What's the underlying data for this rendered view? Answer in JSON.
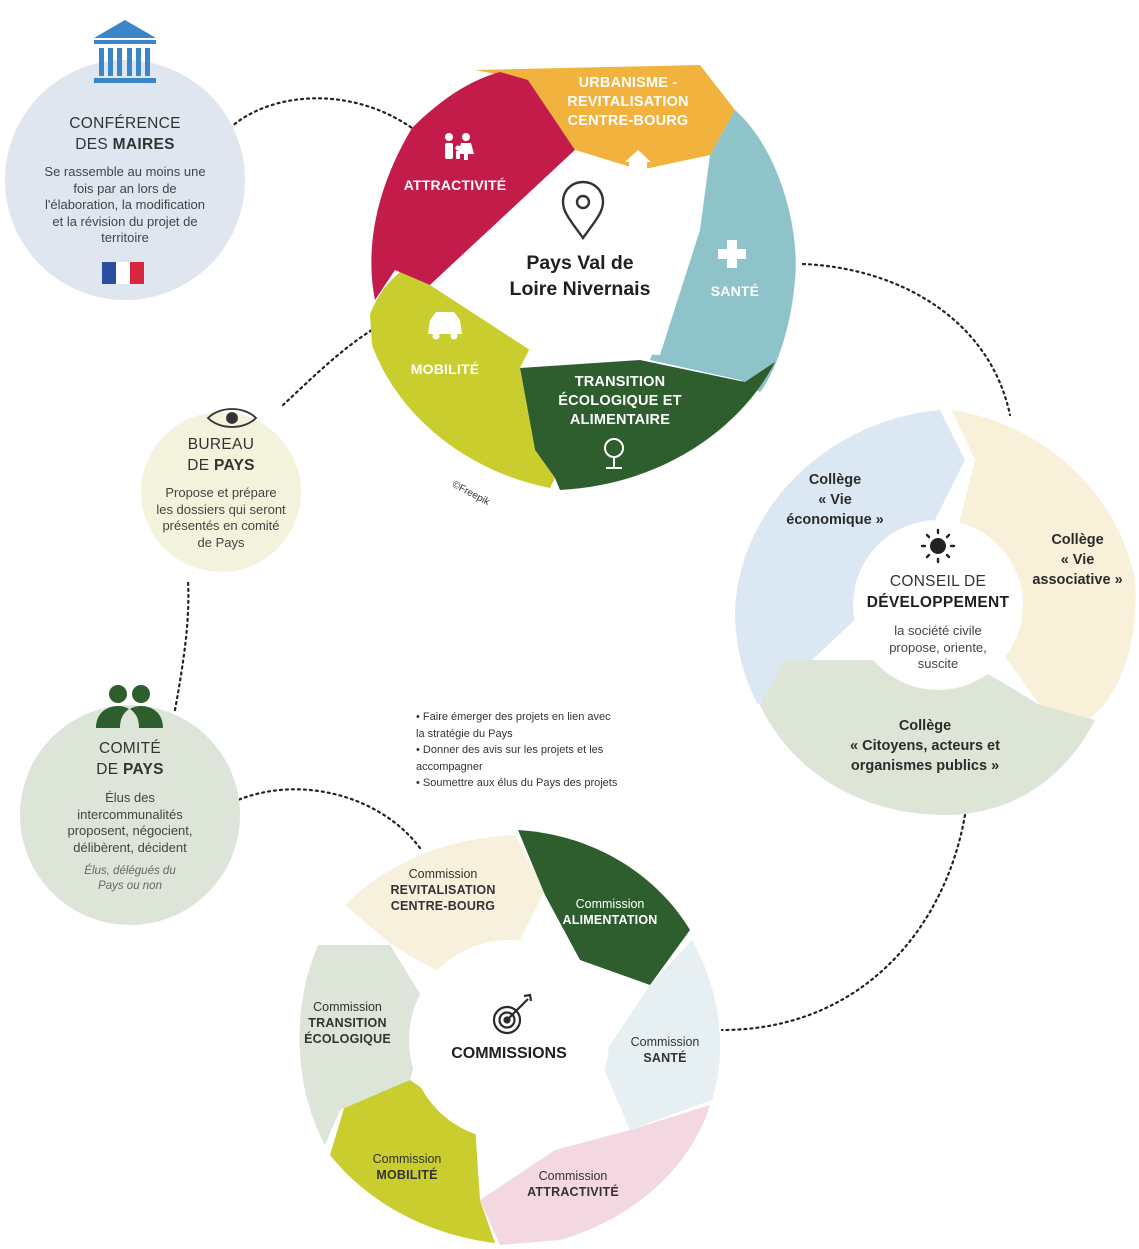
{
  "center": {
    "title_line1": "Pays Val de",
    "title_line2": "Loire Nivernais",
    "credit": "©Freepik"
  },
  "segments": {
    "urbanisme": [
      "URBANISME -",
      "REVITALISATION",
      "CENTRE-BOURG"
    ],
    "sante": "SANTÉ",
    "transition": [
      "TRANSITION",
      "ÉCOLOGIQUE ET",
      "ALIMENTAIRE"
    ],
    "mobilite": "MOBILITÉ",
    "attractivite": "ATTRACTIVITÉ"
  },
  "conference": {
    "title_line1": "CONFÉRENCE",
    "title_prefix": "DES ",
    "title_bold": "MAIRES",
    "desc": [
      "Se rassemble au moins une",
      "fois par an lors de",
      "l'élaboration, la modification",
      "et la révision du projet de",
      "territoire"
    ]
  },
  "bureau": {
    "title_line1": "BUREAU",
    "title_prefix": "DE ",
    "title_bold": "PAYS",
    "desc": [
      "Propose et prépare",
      "les dossiers qui seront",
      "présentés en comité",
      "de Pays"
    ]
  },
  "comite": {
    "title_line1": "COMITÉ",
    "title_prefix": "DE ",
    "title_bold": "PAYS",
    "desc": [
      "Élus des",
      "intercommunalités",
      "proposent, négocient,",
      "délibèrent, décident"
    ],
    "note": [
      "Élus, délégués du",
      "Pays ou non"
    ]
  },
  "conseil": {
    "title_line1": "CONSEIL DE",
    "title_bold": "DÉVELOPPEMENT",
    "desc": [
      "la société civile",
      "propose, oriente,",
      "suscite"
    ],
    "colleges": {
      "eco": [
        "Collège",
        "« Vie",
        "économique »"
      ],
      "asso": [
        "Collège",
        "« Vie",
        "associative »"
      ],
      "citoyens": [
        "Collège",
        "« Citoyens, acteurs et",
        "organismes publics »"
      ]
    }
  },
  "bullets": [
    "• Faire émerger des projets en lien avec",
    "la stratégie du Pays",
    "• Donner des avis sur les projets et les",
    "accompagner",
    "• Soumettre aux élus du Pays des projets"
  ],
  "commissions": {
    "center_title": "COMMISSIONS",
    "word": "Commission",
    "revitalisation": [
      "REVITALISATION",
      "CENTRE-BOURG"
    ],
    "alimentation": "ALIMENTATION",
    "sante": "SANTÉ",
    "attractivite": "ATTRACTIVITÉ",
    "mobilite": "MOBILITÉ",
    "transition": [
      "TRANSITION",
      "ÉCOLOGIQUE"
    ]
  },
  "colors": {
    "urbanisme": "#f2b23e",
    "sante": "#8dc3c9",
    "transition": "#2e5e2e",
    "mobilite": "#c9cd2e",
    "attractivite": "#c41c4a",
    "conference_bg": "#dfe6f0",
    "bureau_bg": "#f3f2dc",
    "comite_bg": "#dde4d8",
    "college_eco": "#dbe8f4",
    "college_asso": "#f8f0d8",
    "college_citoyens": "#dde5d7"
  }
}
